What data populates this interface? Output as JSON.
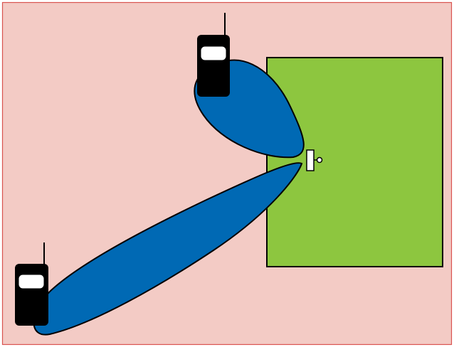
{
  "colors": {
    "background": "#f3cbc5",
    "border": "#d9534f",
    "zone": "#8dc63f",
    "beam": "#0069b4",
    "device": "#000000",
    "screen": "#ffffff",
    "sensor": "#ffffff"
  },
  "devices": [
    {
      "name": "upper-handheld-radio",
      "icon": "walkie-talkie-icon"
    },
    {
      "name": "lower-handheld-radio",
      "icon": "walkie-talkie-icon"
    }
  ],
  "zone": {
    "name": "target-zone"
  },
  "sensor": {
    "name": "door-sensor",
    "icon": "sensor-icon"
  }
}
